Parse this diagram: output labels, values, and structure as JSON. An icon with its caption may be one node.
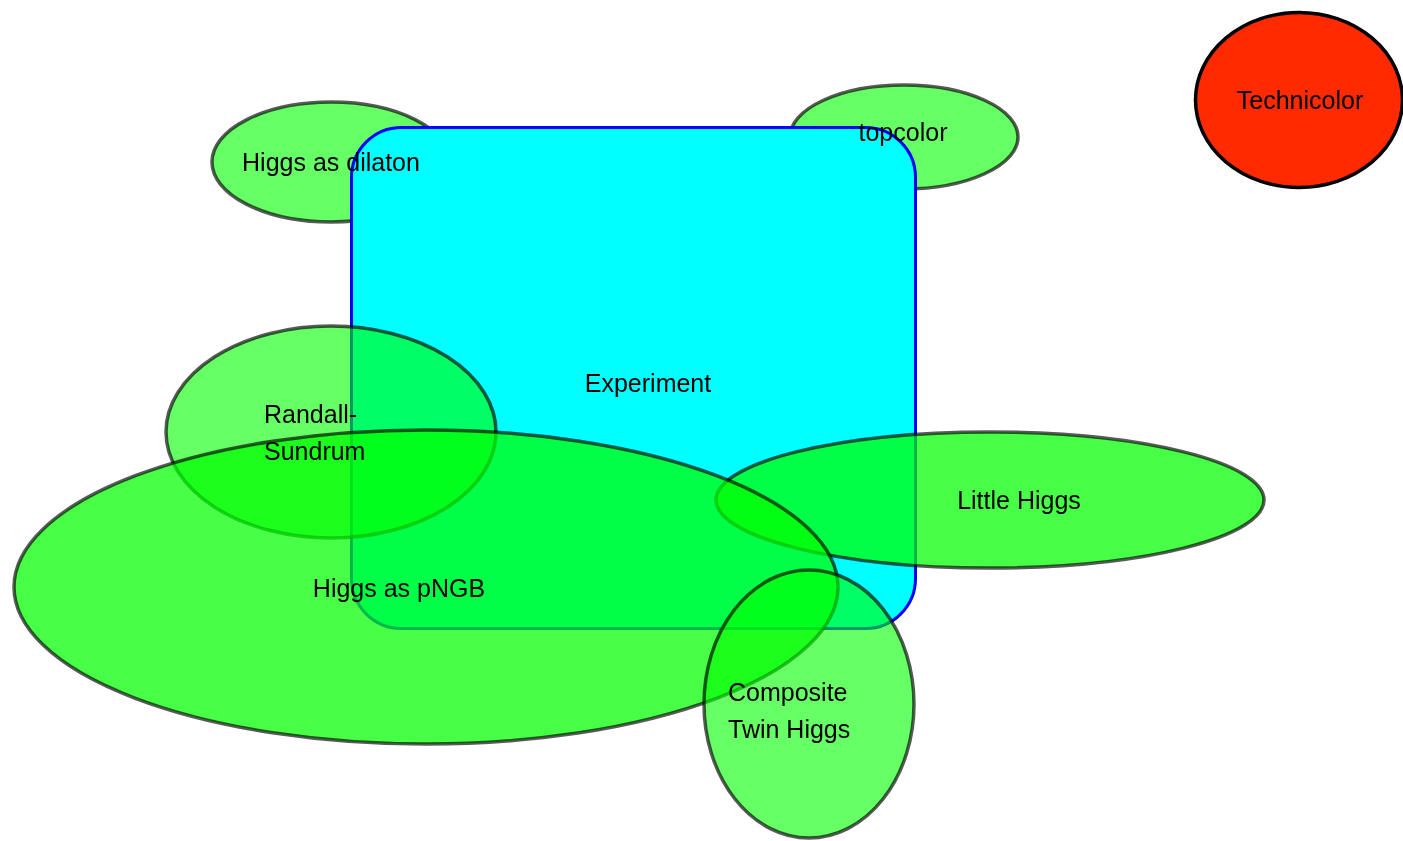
{
  "diagram": {
    "nodes": [
      {
        "text": [
          "Higgs as dilaton"
        ]
      },
      {
        "text": [
          "topcolor"
        ]
      },
      {
        "text": [
          "Technicolor"
        ]
      },
      {
        "text": [
          "Experiment"
        ]
      },
      {
        "text": [
          "Randall-Sundrum"
        ]
      },
      {
        "text": [
          "Little Higgs"
        ]
      },
      {
        "text": [
          "Higgs as pNGB"
        ]
      },
      {
        "text": [
          "Composite Twin Higgs"
        ]
      }
    ],
    "edges": []
  }
}
